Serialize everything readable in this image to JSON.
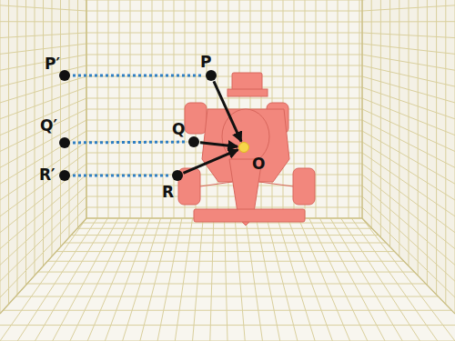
{
  "diagram": {
    "nodes": [
      {
        "text": [
          "P"
        ]
      },
      {
        "text": [
          "Q"
        ]
      },
      {
        "text": [
          "R"
        ]
      },
      {
        "text": [
          "O"
        ]
      },
      {
        "text": [
          "P′"
        ]
      },
      {
        "text": [
          "Q′"
        ]
      },
      {
        "text": [
          "R′"
        ]
      }
    ],
    "edges": [
      {
        "from": 0,
        "to": 3,
        "arrow": "to"
      },
      {
        "from": 1,
        "to": 3,
        "arrow": "to"
      },
      {
        "from": 2,
        "to": 3,
        "arrow": "to"
      },
      {
        "from": 4,
        "to": 0,
        "arrow": "none"
      },
      {
        "from": 5,
        "to": 1,
        "arrow": "none"
      },
      {
        "from": 6,
        "to": 2,
        "arrow": "none"
      }
    ]
  }
}
